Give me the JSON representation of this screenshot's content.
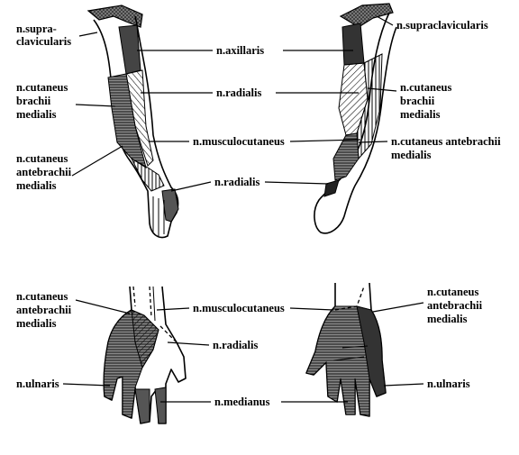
{
  "labels": {
    "l_supraclav_1": "n.supra-",
    "l_supraclav_2": "clavicularis",
    "l_cbm_1": "n.cutaneus",
    "l_cbm_2": "brachii",
    "l_cbm_3": "medialis",
    "l_cam_1": "n.cutaneus",
    "l_cam_2": "antebrachii",
    "l_cam_3": "medialis",
    "c_axillaris": "n.axillaris",
    "c_radialis_1": "n.radialis",
    "c_musculo_1": "n.musculocutaneus",
    "c_radialis_2": "n.radialis",
    "r_supraclav": "n.supraclavicularis",
    "r_cbm_1": "n.cutaneus",
    "r_cbm_2": "brachii",
    "r_cbm_3": "medialis",
    "r_cam_1": "n.cutaneus antebrachii",
    "r_cam_2": "medialis",
    "hl_cam_1": "n.cutaneus",
    "hl_cam_2": "antebrachii",
    "hl_cam_3": "medialis",
    "hl_ulnaris": "n.ulnaris",
    "hc_musculo": "n.musculocutaneus",
    "hc_radialis": "n.radialis",
    "hc_medianus": "n.medianus",
    "hr_cam_1": "n.cutaneus",
    "hr_cam_2": "antebrachii",
    "hr_cam_3": "medialis",
    "hr_ulnaris": "n.ulnaris"
  }
}
